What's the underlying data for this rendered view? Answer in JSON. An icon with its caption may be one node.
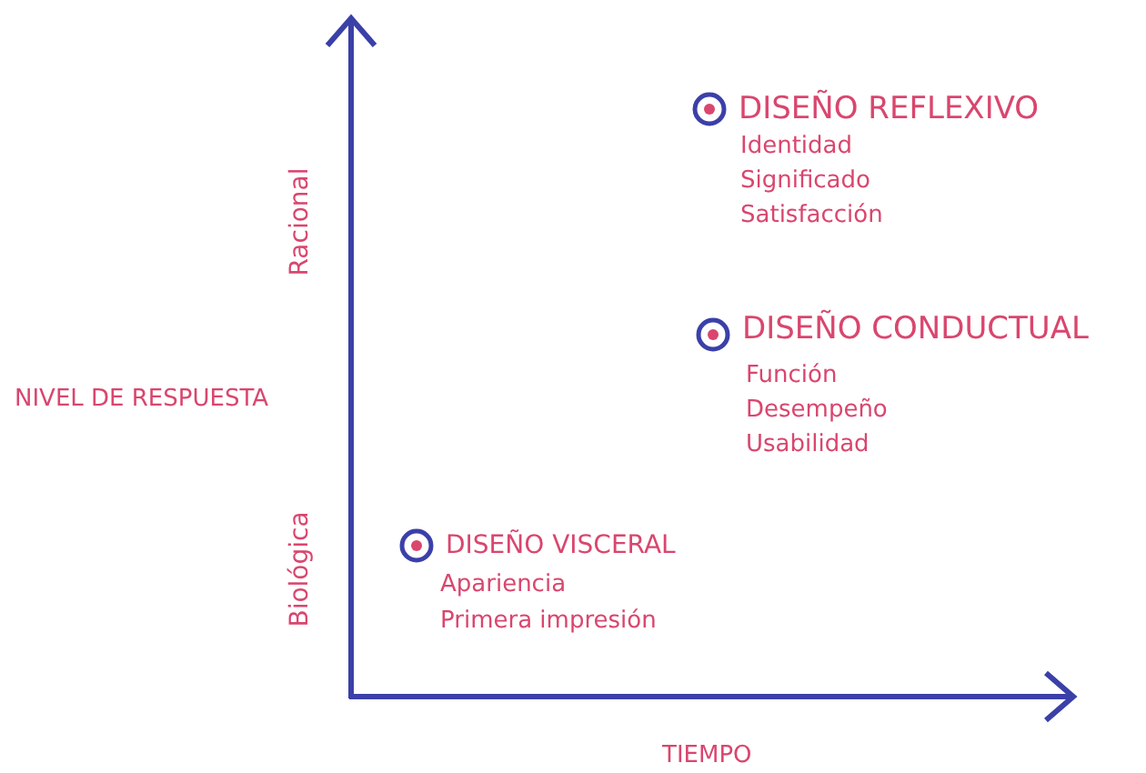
{
  "diagram": {
    "labels": [
      "DISEÑO REFLEXIVO",
      "Identidad",
      "Significado",
      "Satisfacción",
      "Racional",
      "DISEÑO CONDUCTUAL",
      "Función",
      "Desempeño",
      "Usabilidad",
      "NIVEL DE RESPUESTA",
      "Biológica",
      "DISEÑO VISCERAL",
      "Apariencia",
      "Primera impresión",
      "TIEMPO"
    ]
  }
}
